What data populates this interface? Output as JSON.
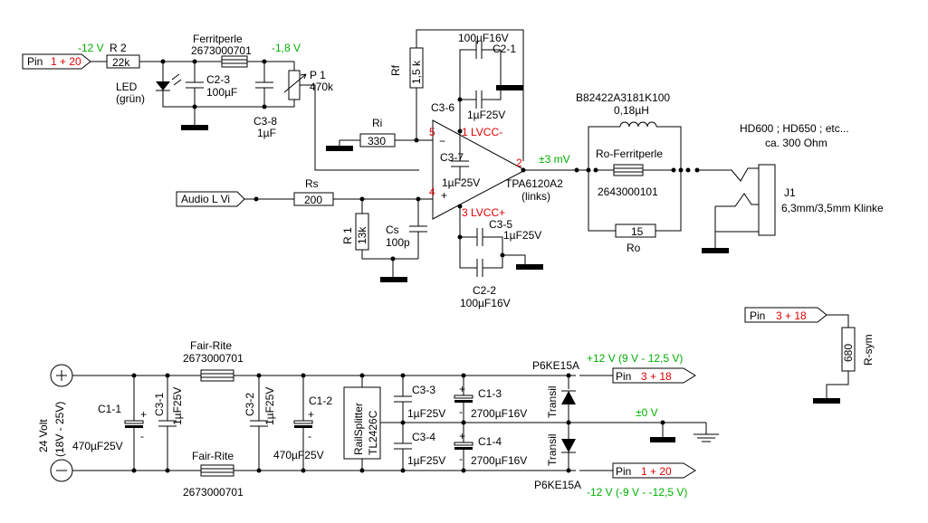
{
  "pins": {
    "in_left": {
      "text": "Pin",
      "num": "1 + 20"
    },
    "r_sym_in": {
      "text": "Pin",
      "num": "3 + 18"
    },
    "out_plus": {
      "text": "Pin",
      "num": "3 + 18"
    },
    "out_minus": {
      "text": "Pin",
      "num": "1 + 20"
    },
    "audio_in": "Audio L Vi"
  },
  "voltages": {
    "minus12": "-12 V",
    "minus18": "-1,8 V",
    "out3mv": "±3 mV",
    "plus12": "+12 V (9 V - 12,5 V)",
    "zero": "±0 V",
    "minus12b": "-12 V (-9 V - -12,5 V)"
  },
  "components": {
    "r2": {
      "name": "R 2",
      "value": "22k"
    },
    "ferrite_top": {
      "name": "Ferritperle",
      "part": "2673000701"
    },
    "led": {
      "name": "LED",
      "color": "(grün)"
    },
    "c23": {
      "name": "C2-3",
      "value": "100µF"
    },
    "c38": {
      "name": "C3-8",
      "value": "1µF"
    },
    "p1": {
      "name": "P 1",
      "value": "470k"
    },
    "rf": {
      "name": "Rf",
      "value": "1,5 k"
    },
    "c21": {
      "name": "C2-1",
      "value": "100µF16V"
    },
    "c36": {
      "name": "C3-6",
      "value": "1µF25V"
    },
    "ri": {
      "name": "Ri",
      "value": "330"
    },
    "c37": {
      "name": "C3-7",
      "value": "1µF25V"
    },
    "rs": {
      "name": "Rs",
      "value": "200"
    },
    "r1": {
      "name": "R 1",
      "value": "13k"
    },
    "cs": {
      "name": "Cs",
      "value": "100p"
    },
    "c35": {
      "name": "C3-5",
      "value": "1µF25V"
    },
    "c22": {
      "name": "C2-2",
      "value": "100µF16V"
    },
    "opamp": {
      "name": "TPA6120A2",
      "sub": "(links)"
    },
    "pin1": "1 LVCC-",
    "pin2": "2",
    "pin3": "3 LVCC+",
    "pin4": "4",
    "pin5": "5",
    "inductor": {
      "part": "B82422A3181K100",
      "value": "0,18µH"
    },
    "ro_ferrite": {
      "name": "Ro-Ferritperle",
      "part": "2643000101"
    },
    "ro": {
      "name": "Ro",
      "value": "15"
    },
    "j1": {
      "name": "J1",
      "desc": "6,3mm/3,5mm Klinke"
    },
    "headphones": {
      "line1": "HD600 ; HD650 ; etc...",
      "line2": "ca. 300 Ohm"
    },
    "rsym": {
      "name": "R-sym",
      "value": "680"
    },
    "supply": {
      "label": "24 Volt",
      "range": "(18V - 25V)"
    },
    "c11": {
      "name": "C1-1",
      "value": "470µF25V"
    },
    "c31": {
      "name": "C3-1",
      "value": "1µF25V"
    },
    "fair_top": {
      "name": "Fair-Rite",
      "part": "2673000701"
    },
    "fair_bot": {
      "name": "Fair-Rite",
      "part": "2673000701"
    },
    "c32": {
      "name": "C3-2",
      "value": "1µF25V"
    },
    "c12": {
      "name": "C1-2",
      "value": "470µF25V"
    },
    "railsplitter": {
      "name": "RailSplitter",
      "part": "TL2426C"
    },
    "c33": {
      "name": "C3-3",
      "value": "1µF25V"
    },
    "c34": {
      "name": "C3-4",
      "value": "1µF25V"
    },
    "c13": {
      "name": "C1-3",
      "value": "2700µF16V"
    },
    "c14": {
      "name": "C1-4",
      "value": "2700µF16V"
    },
    "transil_top": {
      "name": "Transil",
      "part": "P6KE15A"
    },
    "transil_bot": {
      "name": "Transil",
      "part": "P6KE15A"
    },
    "plus_sym": "+",
    "minus_sym": "-"
  }
}
